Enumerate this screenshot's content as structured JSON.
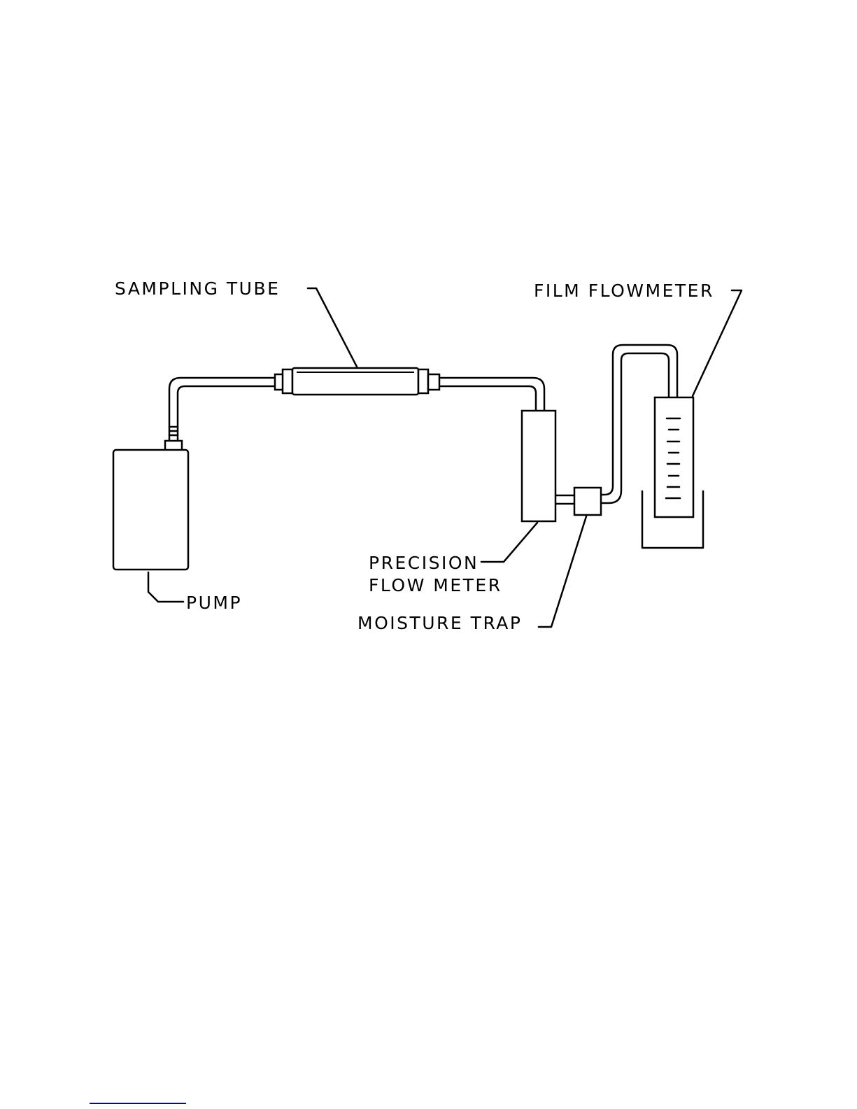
{
  "labels": {
    "sampling_tube": "SAMPLING TUBE",
    "film_flowmeter": "FILM FLOWMETER",
    "pump": "PUMP",
    "precision_line1": "PRECISION",
    "precision_line2": "FLOW METER",
    "moisture_trap": "MOISTURE TRAP"
  },
  "colors": {
    "ink": "#000000",
    "background": "#ffffff",
    "footer_rule": "#0000cc"
  }
}
